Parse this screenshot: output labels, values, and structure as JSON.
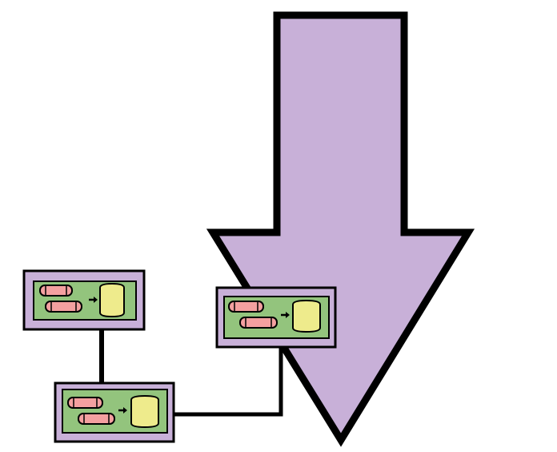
{
  "colors": {
    "background": "#ffffff",
    "arrow_fill": "#c8b0d8",
    "node_frame": "#c8b0d8",
    "node_panel": "#93c47d",
    "input_pill": "#f4a0a0",
    "output_cylinder": "#eeeb8c",
    "outline": "#000000"
  },
  "arrow": {
    "icon": "down-arrow-icon",
    "direction": "down"
  },
  "nodes": [
    {
      "id": "node-1",
      "inputs": 2,
      "connector_icon": "right-arrow-icon",
      "output_icon": "cylinder-icon"
    },
    {
      "id": "node-2",
      "inputs": 2,
      "connector_icon": "right-arrow-icon",
      "output_icon": "cylinder-icon"
    },
    {
      "id": "node-3",
      "inputs": 2,
      "connector_icon": "right-arrow-icon",
      "output_icon": "cylinder-icon"
    }
  ],
  "connections": [
    {
      "from": "node-1",
      "to": "node-2"
    },
    {
      "from": "node-2",
      "to": "node-3"
    }
  ]
}
